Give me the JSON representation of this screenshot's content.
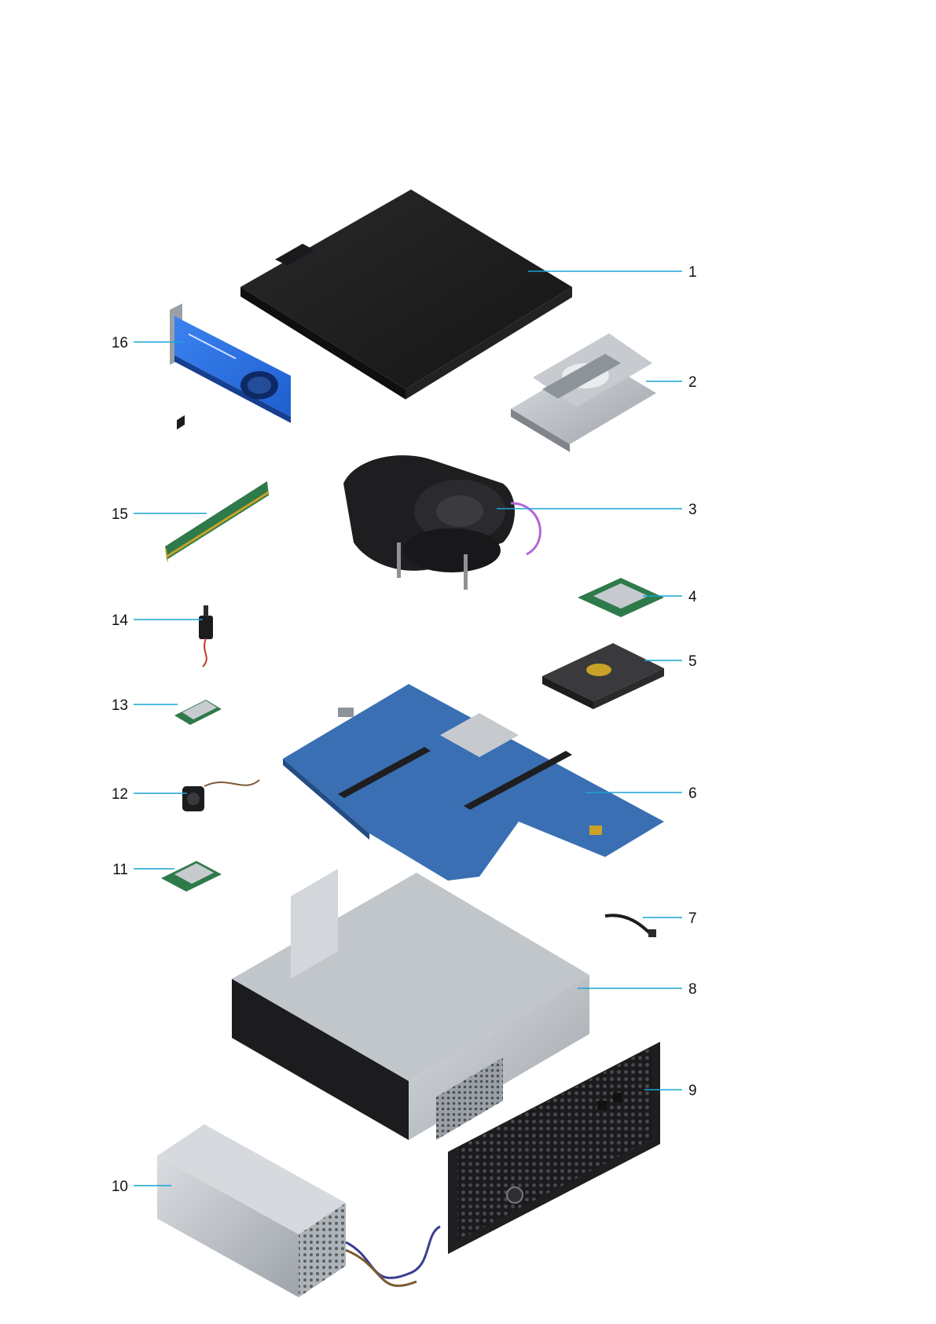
{
  "diagram": {
    "callouts": [
      {
        "id": 1,
        "label": "1"
      },
      {
        "id": 2,
        "label": "2"
      },
      {
        "id": 3,
        "label": "3"
      },
      {
        "id": 4,
        "label": "4"
      },
      {
        "id": 5,
        "label": "5"
      },
      {
        "id": 6,
        "label": "6"
      },
      {
        "id": 7,
        "label": "7"
      },
      {
        "id": 8,
        "label": "8"
      },
      {
        "id": 9,
        "label": "9"
      },
      {
        "id": 10,
        "label": "10"
      },
      {
        "id": 11,
        "label": "11"
      },
      {
        "id": 12,
        "label": "12"
      },
      {
        "id": 13,
        "label": "13"
      },
      {
        "id": 14,
        "label": "14"
      },
      {
        "id": 15,
        "label": "15"
      },
      {
        "id": 16,
        "label": "16"
      }
    ],
    "colors": {
      "leader_line": "#1aa3d6",
      "label_text": "#111111",
      "gpu_blue": "#2b6fe0",
      "board_blue": "#3a6fb3",
      "metal": "#b9bec4",
      "dark_panel": "#1f1f21",
      "pcb_green": "#2f7a4a"
    }
  }
}
